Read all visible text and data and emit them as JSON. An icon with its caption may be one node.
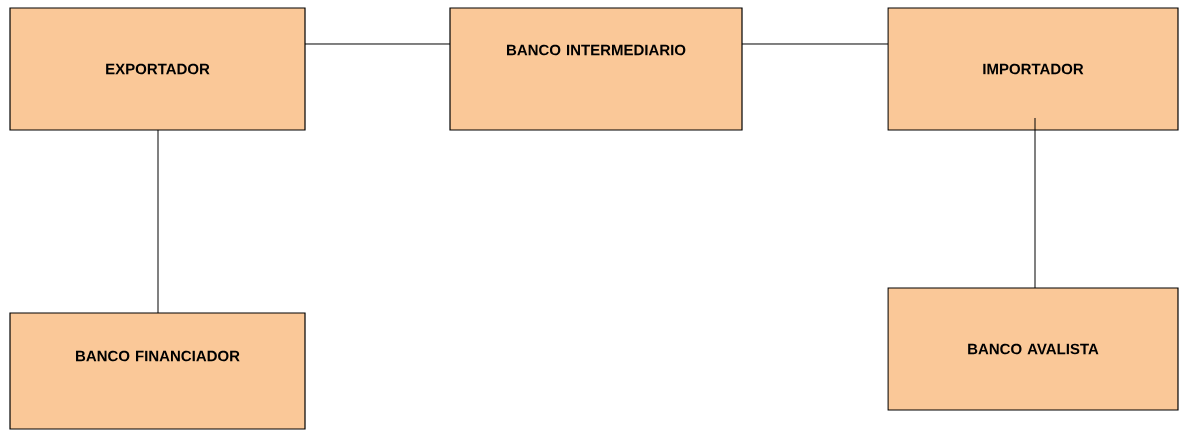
{
  "diagram": {
    "nodes": [
      {
        "text": [
          "EXPORTADOR"
        ]
      },
      {
        "text": [
          "BANCO INTERMEDIARIO"
        ]
      },
      {
        "text": [
          "IMPORTADOR"
        ]
      },
      {
        "text": [
          "BANCO FINANCIADOR"
        ]
      },
      {
        "text": [
          "BANCO AVALISTA"
        ]
      }
    ],
    "edges": [
      {
        "from": 0,
        "to": 1,
        "arrow": "none"
      },
      {
        "from": 1,
        "to": 2,
        "arrow": "none"
      },
      {
        "from": 0,
        "to": 3,
        "arrow": "none"
      },
      {
        "from": 2,
        "to": 4,
        "arrow": "none"
      }
    ]
  }
}
